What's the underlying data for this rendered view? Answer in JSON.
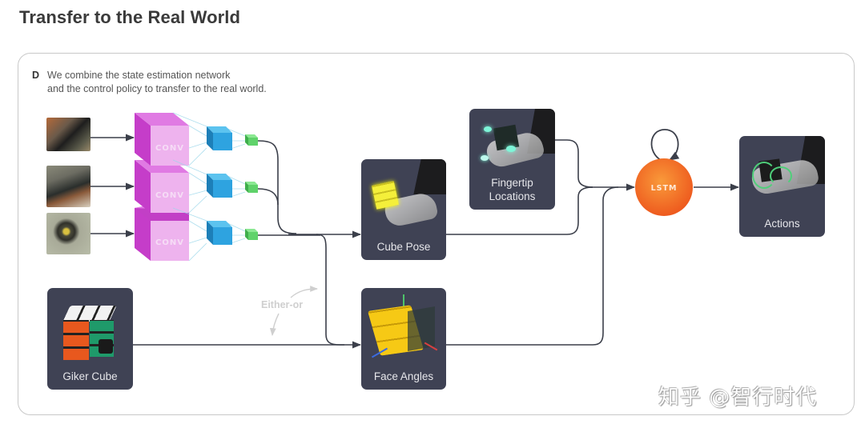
{
  "page": {
    "title": "Transfer to the Real World"
  },
  "panel": {
    "letter": "D",
    "caption_lines": [
      "We combine the state estimation network",
      "and the control policy to transfer to the real world."
    ]
  },
  "diagram": {
    "camera_inputs": [
      {
        "name": "camera-image-1"
      },
      {
        "name": "camera-image-2"
      },
      {
        "name": "camera-image-3"
      }
    ],
    "conv_blocks": [
      {
        "label": "CONV"
      },
      {
        "label": "CONV"
      },
      {
        "label": "CONV"
      }
    ],
    "nodes": {
      "cube_pose": "Cube Pose",
      "fingertip": [
        "Fingertip",
        "Locations"
      ],
      "giker_cube": "Giker Cube",
      "face_angles": "Face Angles",
      "lstm": "LSTM",
      "actions": "Actions"
    },
    "either_or_label": "Either-or",
    "colors": {
      "conv": "#d94fd9",
      "conv_light": "#eeb3ee",
      "feature": "#2ea3e0",
      "output": "#5fd26a",
      "card": "#3f4254",
      "lstm": "#f26a22",
      "arrow": "#3b3f4a"
    }
  },
  "watermark": "知乎 @智行时代"
}
